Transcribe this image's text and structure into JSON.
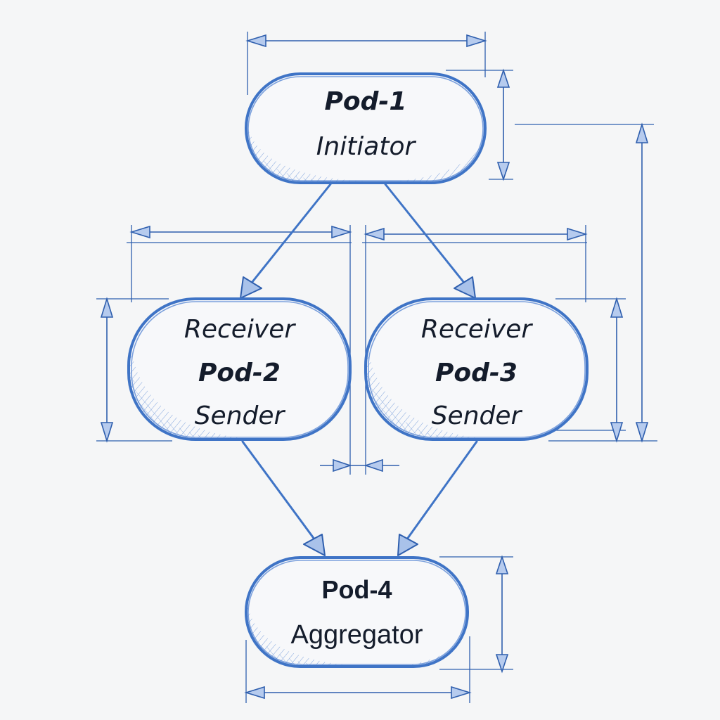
{
  "diagram": {
    "title": "",
    "colors": {
      "background": "#f5f6f7",
      "stroke": "#3f74c6",
      "text": "#141c2b",
      "hatch": "#7fa3dc"
    },
    "nodes": [
      {
        "id": "pod-1",
        "lines": [
          "Pod-1",
          "Initiator"
        ],
        "role": "initiator"
      },
      {
        "id": "pod-2",
        "lines": [
          "Receiver",
          "Pod-2",
          "Sender"
        ],
        "role": "receiver-sender"
      },
      {
        "id": "pod-3",
        "lines": [
          "Receiver",
          "Pod-3",
          "Sender"
        ],
        "role": "receiver-sender"
      },
      {
        "id": "pod-4",
        "lines": [
          "Pod-4",
          "Aggregator"
        ],
        "role": "aggregator"
      }
    ],
    "edges": [
      {
        "from": "pod-1",
        "to": "pod-2"
      },
      {
        "from": "pod-1",
        "to": "pod-3"
      },
      {
        "from": "pod-2",
        "to": "pod-4"
      },
      {
        "from": "pod-3",
        "to": "pod-4"
      }
    ]
  }
}
